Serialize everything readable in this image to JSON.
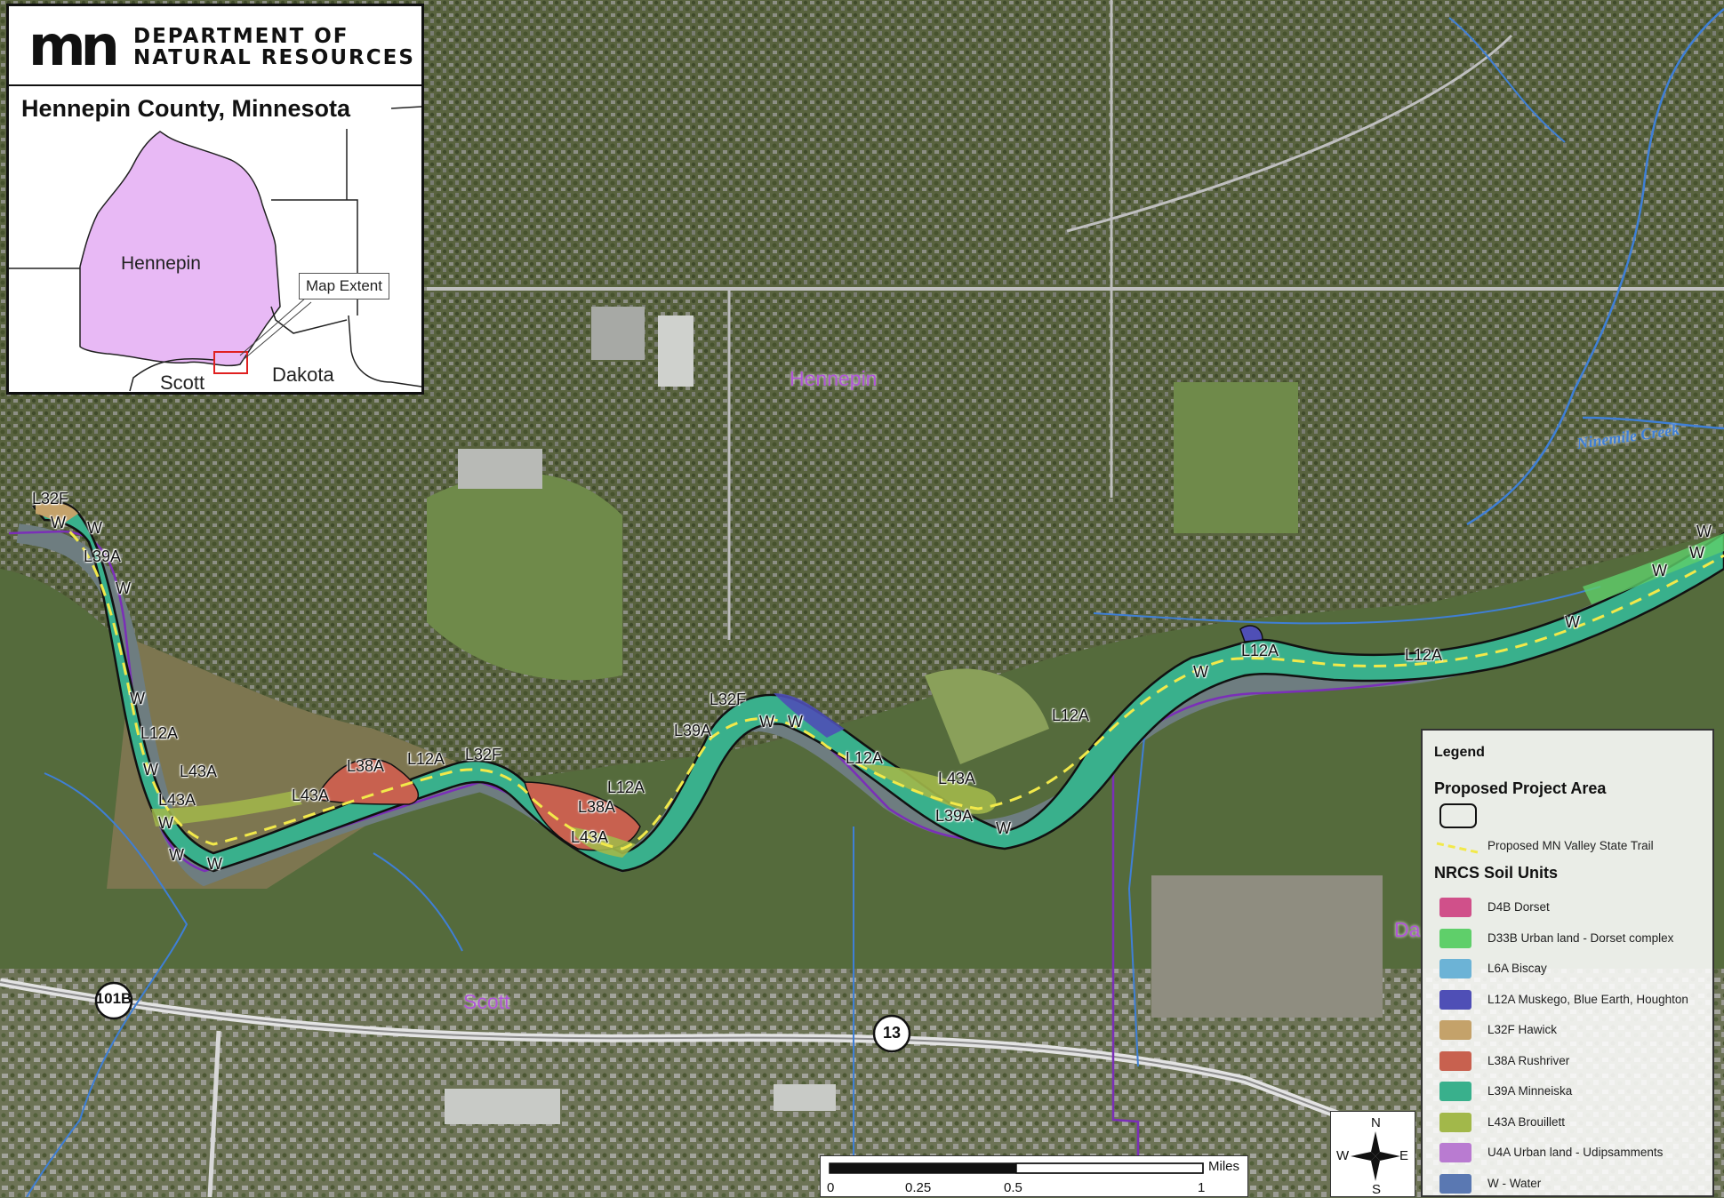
{
  "header": {
    "agency_line1": "DEPARTMENT OF",
    "agency_line2": "NATURAL RESOURCES",
    "logo_letters": "mn"
  },
  "inset": {
    "title": "Hennepin County, Minnesota",
    "county_label": "Hennepin",
    "neighbor_scott": "Scott",
    "neighbor_dakota": "Dakota",
    "extent_label": "Map Extent"
  },
  "map": {
    "region_labels": [
      {
        "text": "Hennepin"
      },
      {
        "text": "Scott"
      },
      {
        "text": "Da"
      }
    ],
    "creek_label": "Ninemile Creek",
    "route_shields": [
      "101B",
      "13"
    ],
    "soil_labels": [
      "L32F",
      "W",
      "W",
      "L39A",
      "W",
      "W",
      "L12A",
      "W",
      "L43A",
      "L43A",
      "W",
      "W",
      "W",
      "L43A",
      "L38A",
      "L12A",
      "L32F",
      "L12A",
      "L38A",
      "L43A",
      "L32F",
      "L39A",
      "W",
      "W",
      "L12A",
      "L43A",
      "L39A",
      "W",
      "L12A",
      "W",
      "L12A",
      "L12A",
      "W",
      "W",
      "W",
      "W"
    ]
  },
  "legend": {
    "title": "Legend",
    "project_section": "Proposed Project Area",
    "trail_label": "Proposed MN Valley State Trail",
    "soil_section": "NRCS Soil Units",
    "items": [
      {
        "label": "D4B Dorset",
        "color": "#d0508a"
      },
      {
        "label": "D33B Urban land - Dorset complex",
        "color": "#5fcf6a"
      },
      {
        "label": "L6A Biscay",
        "color": "#6cb3d6"
      },
      {
        "label": "L12A Muskego, Blue Earth, Houghton",
        "color": "#4f4fb6"
      },
      {
        "label": "L32F Hawick",
        "color": "#c4a26a"
      },
      {
        "label": "L38A Rushriver",
        "color": "#c8614f"
      },
      {
        "label": "L39A Minneiska",
        "color": "#39b08c"
      },
      {
        "label": "L43A Brouillett",
        "color": "#a2b84a"
      },
      {
        "label": "U4A Urban land - Udipsamments",
        "color": "#b97bd1"
      },
      {
        "label": "W - Water",
        "color": "#5a78b2"
      }
    ]
  },
  "scalebar": {
    "unit": "Miles",
    "ticks": [
      "0",
      "0.25",
      "0.5",
      "1"
    ]
  },
  "north_arrow": {
    "n": "N",
    "s": "S",
    "e": "E",
    "w": "W"
  },
  "colors": {
    "project_outline": "#111111",
    "trail": "#f2e94a",
    "county_fill": "#e8b9f5",
    "boundary": "#7b2fb8",
    "stream": "#3f7fd6"
  }
}
